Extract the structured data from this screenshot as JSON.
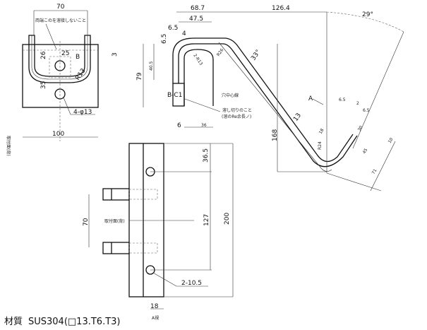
{
  "front_view": {
    "width_top": "70",
    "note": "両端このを溶接しないこと",
    "dim_26": "26",
    "dim_25": "25",
    "label_b": "B",
    "radius": "R13",
    "dim_35": "35",
    "holes": "4-φ13",
    "width_bottom": "100",
    "mounting_face": "取付面(背)",
    "side_mark": "3"
  },
  "side_view": {
    "dim_68_7": "68.7",
    "dim_126_4": "126.4",
    "angle_29": "29°",
    "dim_47_5": "47.5",
    "dim_6_5a": "6.5",
    "dim_4": "4",
    "dim_6_5b": "6.5",
    "dim_40_5": "40.5",
    "dim_79": "79",
    "r_2_13": "2-R13",
    "r_26": "R26",
    "angle_33": "33°",
    "chamfer": "B-C1",
    "hole_center": "穴中心線",
    "cut_note": "溶し切りのこと",
    "cut_note_sub": "(溶のRe余長ノ)",
    "dim_6": "6",
    "dim_36": "36",
    "dim_168": "168",
    "dia_13": "13",
    "view_a": "A",
    "dim_6_5c": "6.5",
    "dim_2": "2",
    "dim_6_5d": "6.5",
    "dim_18": "18",
    "dim_30": "30",
    "r_24": "R24",
    "dim_45": "45",
    "dim_10": "10",
    "dim_71": "71"
  },
  "a_view": {
    "dim_36_5": "36.5",
    "dim_127": "127",
    "dim_200": "200",
    "dim_70": "70",
    "mounting_face": "取付面(背)",
    "holes": "2-10.5",
    "dim_18": "18",
    "caption": "A視"
  },
  "material": {
    "label": "材質",
    "value": "SUS304(□13.T6.T3)"
  }
}
